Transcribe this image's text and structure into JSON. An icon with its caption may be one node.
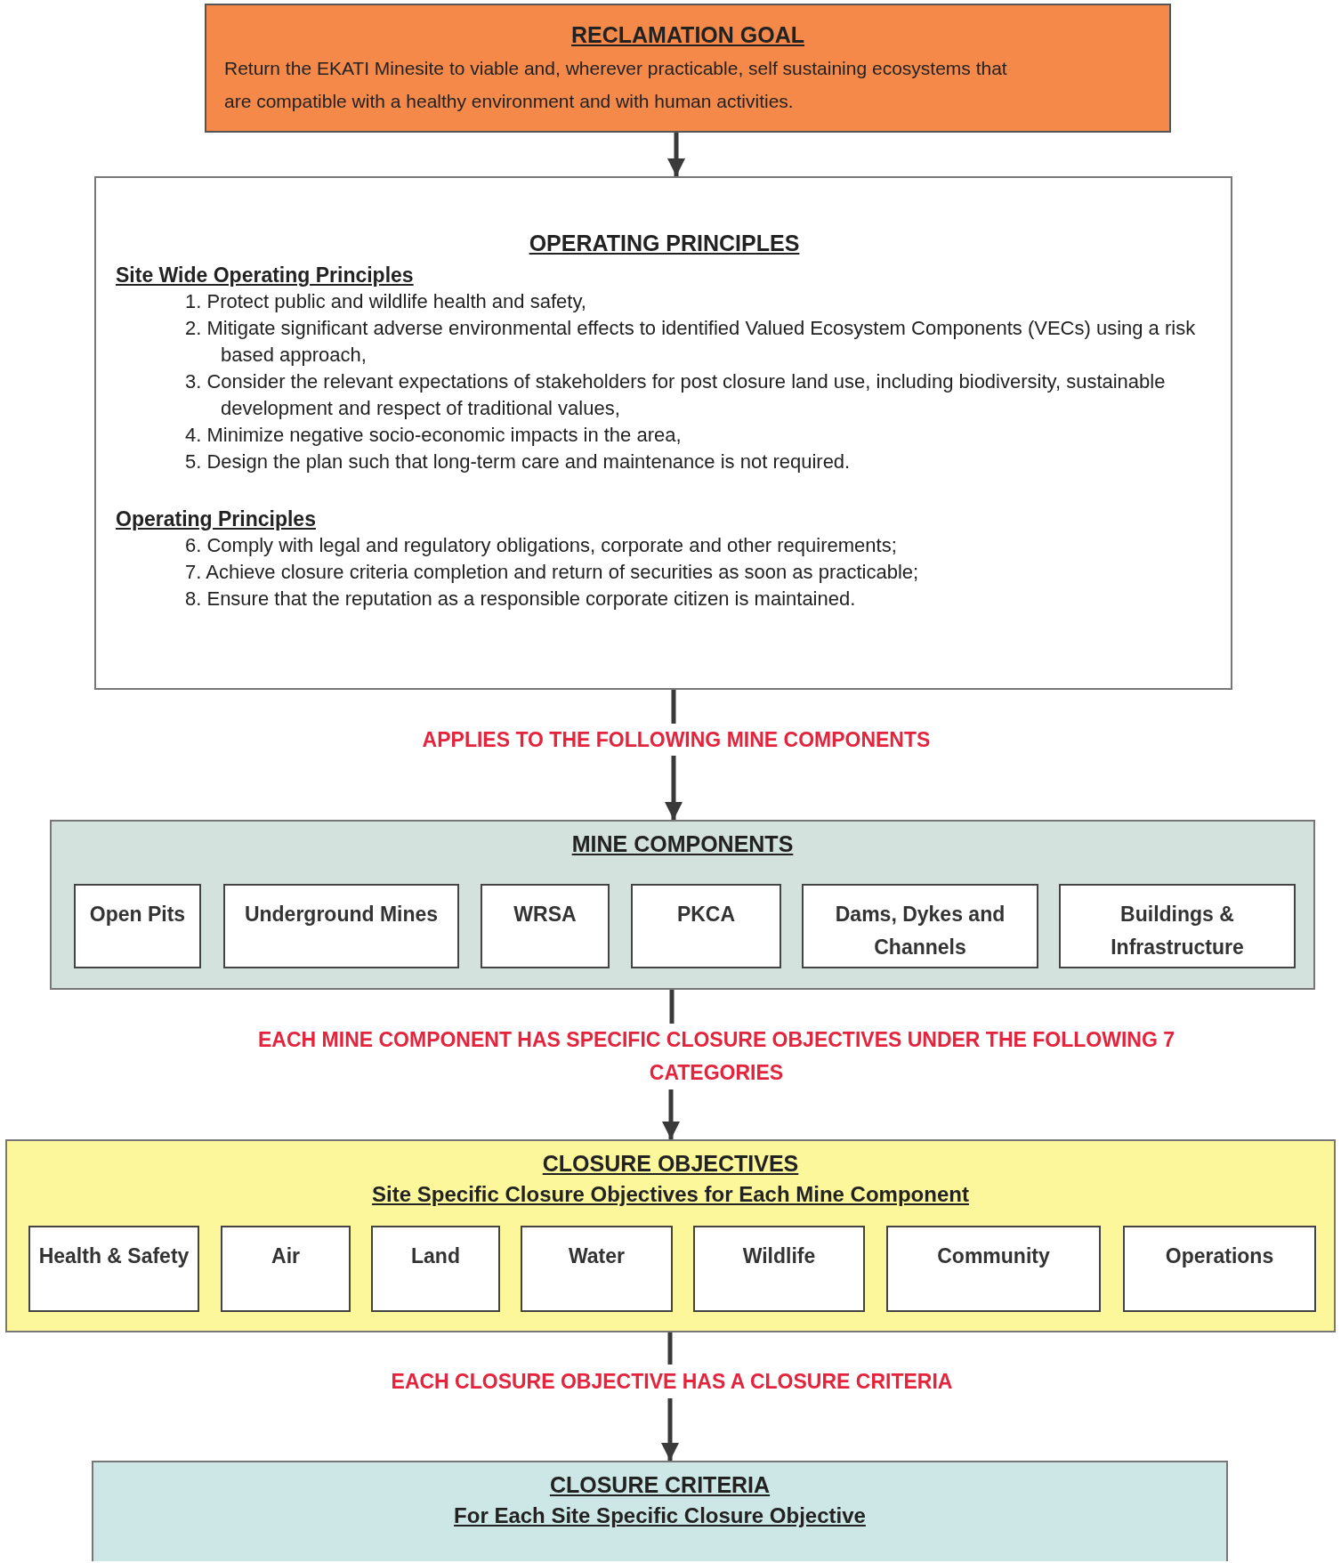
{
  "diagram": {
    "nodes": [
      {
        "text": [
          "RECLAMATION GOAL",
          "Return the EKATI Minesite to viable and, wherever practicable, self sustaining ecosystems that are compatible with a healthy environment and with human activities."
        ]
      },
      {
        "text": [
          "OPERATING PRINCIPLES",
          "Site Wide Operating Principles",
          "1. Protect public and wildlife health and safety,",
          "2. Mitigate significant adverse environmental effects to identified Valued Ecosystem Components (VECs) using a risk based approach,",
          "3. Consider the relevant expectations of stakeholders for post closure land use, including biodiversity, sustainable development and respect of traditional values,",
          "4. Minimize negative socio-economic impacts in the area,",
          "5. Design the plan such that long-term care and maintenance is not required.",
          "Operating Principles",
          "6. Comply with legal and regulatory obligations, corporate and other requirements;",
          "7. Achieve closure criteria completion and return of securities as soon as practicable;",
          "8. Ensure that the reputation as a responsible corporate citizen is maintained."
        ]
      },
      {
        "text": [
          "APPLIES TO THE FOLLOWING MINE COMPONENTS"
        ]
      },
      {
        "text": [
          "MINE COMPONENTS"
        ]
      },
      {
        "text": [
          "Open Pits"
        ],
        "in": 3
      },
      {
        "text": [
          "Underground Mines"
        ],
        "in": 3
      },
      {
        "text": [
          "WRSA"
        ],
        "in": 3
      },
      {
        "text": [
          "PKCA"
        ],
        "in": 3
      },
      {
        "text": [
          "Dams, Dykes and Channels"
        ],
        "in": 3
      },
      {
        "text": [
          "Buildings & Infrastructure"
        ],
        "in": 3
      },
      {
        "text": [
          "EACH MINE COMPONENT HAS SPECIFIC CLOSURE OBJECTIVES UNDER THE FOLLOWING 7 CATEGORIES"
        ]
      },
      {
        "text": [
          "CLOSURE OBJECTIVES",
          "Site Specific Closure Objectives for Each Mine Component"
        ]
      },
      {
        "text": [
          "Health & Safety"
        ],
        "in": 11
      },
      {
        "text": [
          "Air"
        ],
        "in": 11
      },
      {
        "text": [
          "Land"
        ],
        "in": 11
      },
      {
        "text": [
          "Water"
        ],
        "in": 11
      },
      {
        "text": [
          "Wildlife"
        ],
        "in": 11
      },
      {
        "text": [
          "Community"
        ],
        "in": 11
      },
      {
        "text": [
          "Operations"
        ],
        "in": 11
      },
      {
        "text": [
          "EACH CLOSURE OBJECTIVE HAS A CLOSURE CRITERIA"
        ]
      },
      {
        "text": [
          "CLOSURE CRITERIA",
          "For Each Site Specific Closure Objective"
        ]
      }
    ],
    "edges": [
      {
        "from": 0,
        "to": 1,
        "arrow": "to"
      },
      {
        "from": 1,
        "to": 2,
        "arrow": "none"
      },
      {
        "from": 2,
        "to": 3,
        "arrow": "to"
      },
      {
        "from": 3,
        "to": 10,
        "arrow": "none"
      },
      {
        "from": 10,
        "to": 11,
        "arrow": "to"
      },
      {
        "from": 11,
        "to": 19,
        "arrow": "none"
      },
      {
        "from": 19,
        "to": 20,
        "arrow": "to"
      }
    ]
  }
}
